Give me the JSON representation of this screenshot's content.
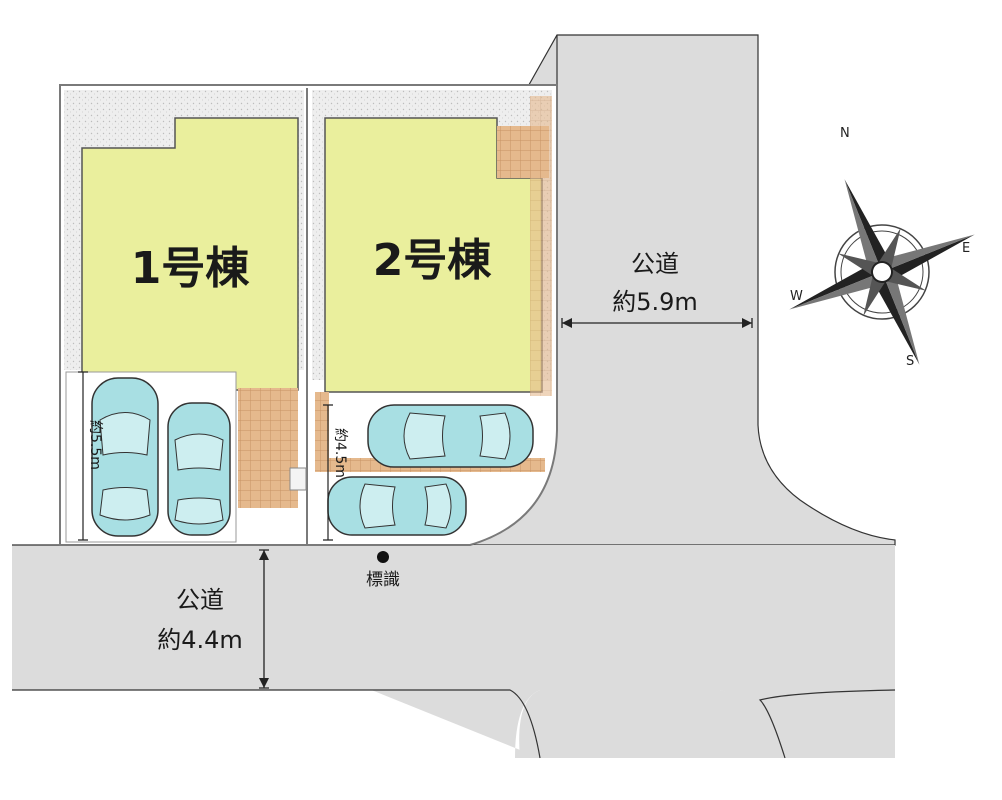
{
  "buildings": [
    {
      "label": "1号棟"
    },
    {
      "label": "2号棟"
    }
  ],
  "roads": {
    "east": {
      "name": "公道",
      "width": "約5.9m"
    },
    "south": {
      "name": "公道",
      "width": "約4.4m"
    }
  },
  "parking_dims": {
    "lot1": "約5.5m",
    "lot2": "約4.5m"
  },
  "sign_label": "標識",
  "compass": {
    "n": "N",
    "e": "E",
    "s": "S",
    "w": "W"
  },
  "colors": {
    "road": "#dcdcdc",
    "building": "#eaef9d",
    "garden": "#ececec",
    "tile": "#e3b68a",
    "car": "#a8dfe3",
    "wall": "#8a8a8a"
  }
}
